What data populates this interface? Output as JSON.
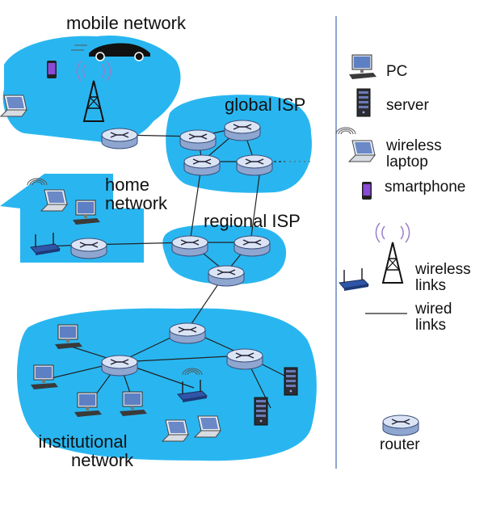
{
  "labels": {
    "mobile_network": "mobile network",
    "global_isp": "global ISP",
    "home_network_line1": "home",
    "home_network_line2": "network",
    "regional_isp": "regional ISP",
    "institutional_network_line1": "institutional",
    "institutional_network_line2": "network"
  },
  "legend": {
    "pc": "PC",
    "server": "server",
    "wireless_laptop_line1": "wireless",
    "wireless_laptop_line2": "laptop",
    "smartphone": "smartphone",
    "wireless_links_line1": "wireless",
    "wireless_links_line2": "links",
    "wired_links_line1": "wired",
    "wired_links_line2": "links",
    "router": "router"
  },
  "colors": {
    "network_fill": "#29b6f0",
    "router_body": "#9fb4d8",
    "router_top": "#d8e2f4",
    "link": "#222222"
  }
}
